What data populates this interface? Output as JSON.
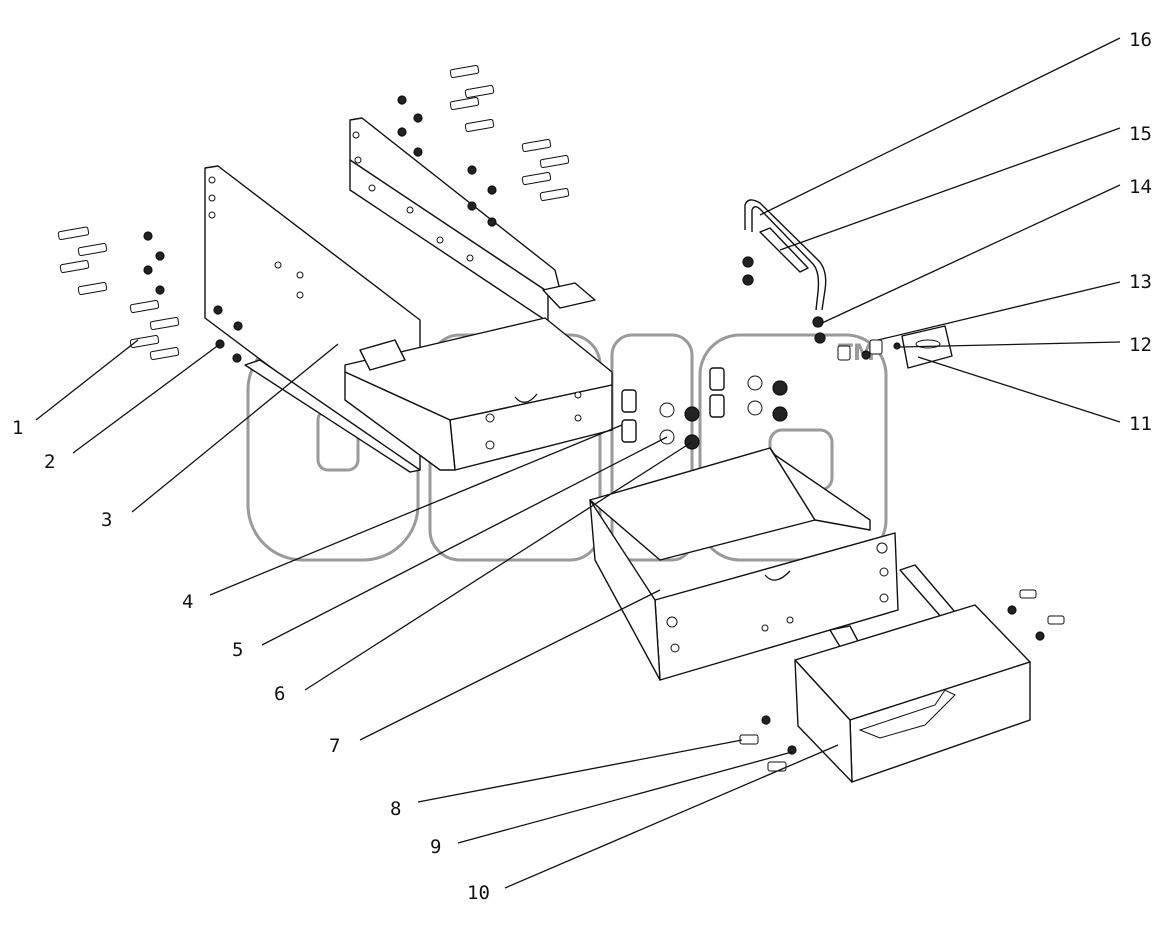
{
  "watermark": {
    "text": "эпсb",
    "mark": "TM"
  },
  "callouts": [
    {
      "id": "1",
      "label": "1"
    },
    {
      "id": "2",
      "label": "2"
    },
    {
      "id": "3",
      "label": "3"
    },
    {
      "id": "4",
      "label": "4"
    },
    {
      "id": "5",
      "label": "5"
    },
    {
      "id": "6",
      "label": "6"
    },
    {
      "id": "7",
      "label": "7"
    },
    {
      "id": "8",
      "label": "8"
    },
    {
      "id": "9",
      "label": "9"
    },
    {
      "id": "10",
      "label": "10"
    },
    {
      "id": "11",
      "label": "11"
    },
    {
      "id": "12",
      "label": "12"
    },
    {
      "id": "13",
      "label": "13"
    },
    {
      "id": "14",
      "label": "14"
    },
    {
      "id": "15",
      "label": "15"
    },
    {
      "id": "16",
      "label": "16"
    }
  ]
}
